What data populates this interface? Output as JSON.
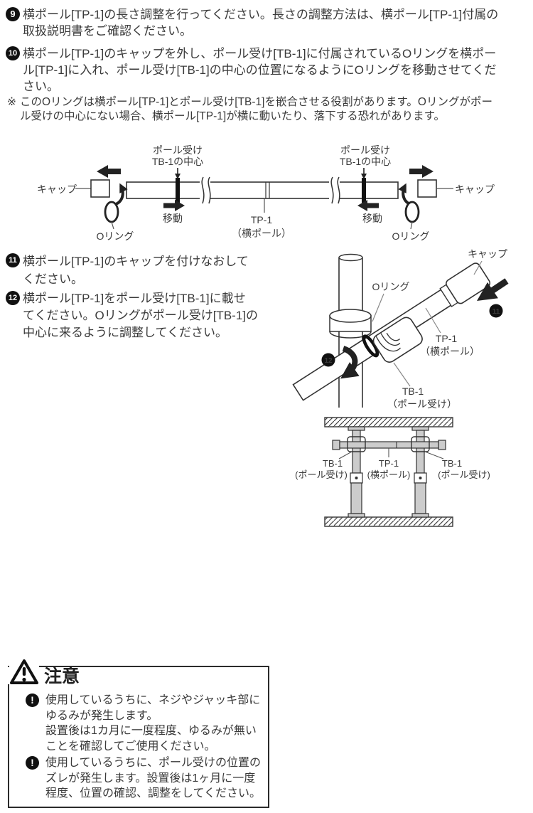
{
  "instructions": {
    "step9": {
      "num": "9",
      "lines": [
        "横ポール[TP-1]の長さ調整を行ってください。長さの調整方法は、横ポール[TP-1]付属の",
        "取扱説明書をご確認ください。"
      ]
    },
    "step10": {
      "num": "10",
      "lines": [
        "横ポール[TP-1]のキャップを外し、ポール受け[TB-1]に付属されているOリングを横ポー",
        "ル[TP-1]に入れ、ポール受け[TB-1]の中心の位置になるようにOリングを移動させてくだ",
        "さい。"
      ]
    },
    "note": {
      "marker": "※",
      "lines": [
        "このOリングは横ポール[TP-1]とポール受け[TB-1]を嵌合させる役割があります。Oリングがポー",
        "ル受けの中心にない場合、横ポール[TP-1]が横に動いたり、落下する恐れがあります。"
      ]
    },
    "step11": {
      "num": "11",
      "lines": [
        "横ポール[TP-1]のキャップを付けなおして",
        "ください。"
      ]
    },
    "step12": {
      "num": "12",
      "lines": [
        "横ポール[TP-1]をポール受け[TB-1]に載せ",
        "てください。Oリングがポール受け[TB-1]の",
        "中心に来るように調整してください。"
      ]
    }
  },
  "diagram_pole": {
    "cap_left": "キャップ",
    "cap_right": "キャップ",
    "oring_left": "Oリング",
    "oring_right": "Oリング",
    "center_left_1": "ポール受け",
    "center_left_2": "TB-1の中心",
    "center_right_1": "ポール受け",
    "center_right_2": "TB-1の中心",
    "move_left": "移動",
    "move_right": "移動",
    "pole_1": "TP-1",
    "pole_2": "（横ポール）"
  },
  "diagram_mount": {
    "cap": "キャップ",
    "oring": "Oリング",
    "pole_1": "TP-1",
    "pole_2": "（横ポール）",
    "holder_1": "TB-1",
    "holder_2": "（ポール受け）",
    "badge_11": "11",
    "badge_12": "12"
  },
  "diagram_assembly": {
    "left_1": "TB-1",
    "left_2": "(ポール受け)",
    "center_1": "TP-1",
    "center_2": "(横ポール)",
    "right_1": "TB-1",
    "right_2": "(ポール受け)"
  },
  "caution": {
    "title": "注意",
    "icon_char": "!",
    "items": [
      {
        "lines": [
          "使用しているうちに、ネジやジャッキ部に",
          "ゆるみが発生します。",
          "設置後は1カ月に一度程度、ゆるみが無い",
          "ことを確認してご使用ください。"
        ]
      },
      {
        "lines": [
          "使用しているうちに、ポール受けの位置の",
          "ズレが発生します。設置後は1ヶ月に一度",
          "程度、位置の確認、調整をしてください。"
        ]
      }
    ]
  }
}
